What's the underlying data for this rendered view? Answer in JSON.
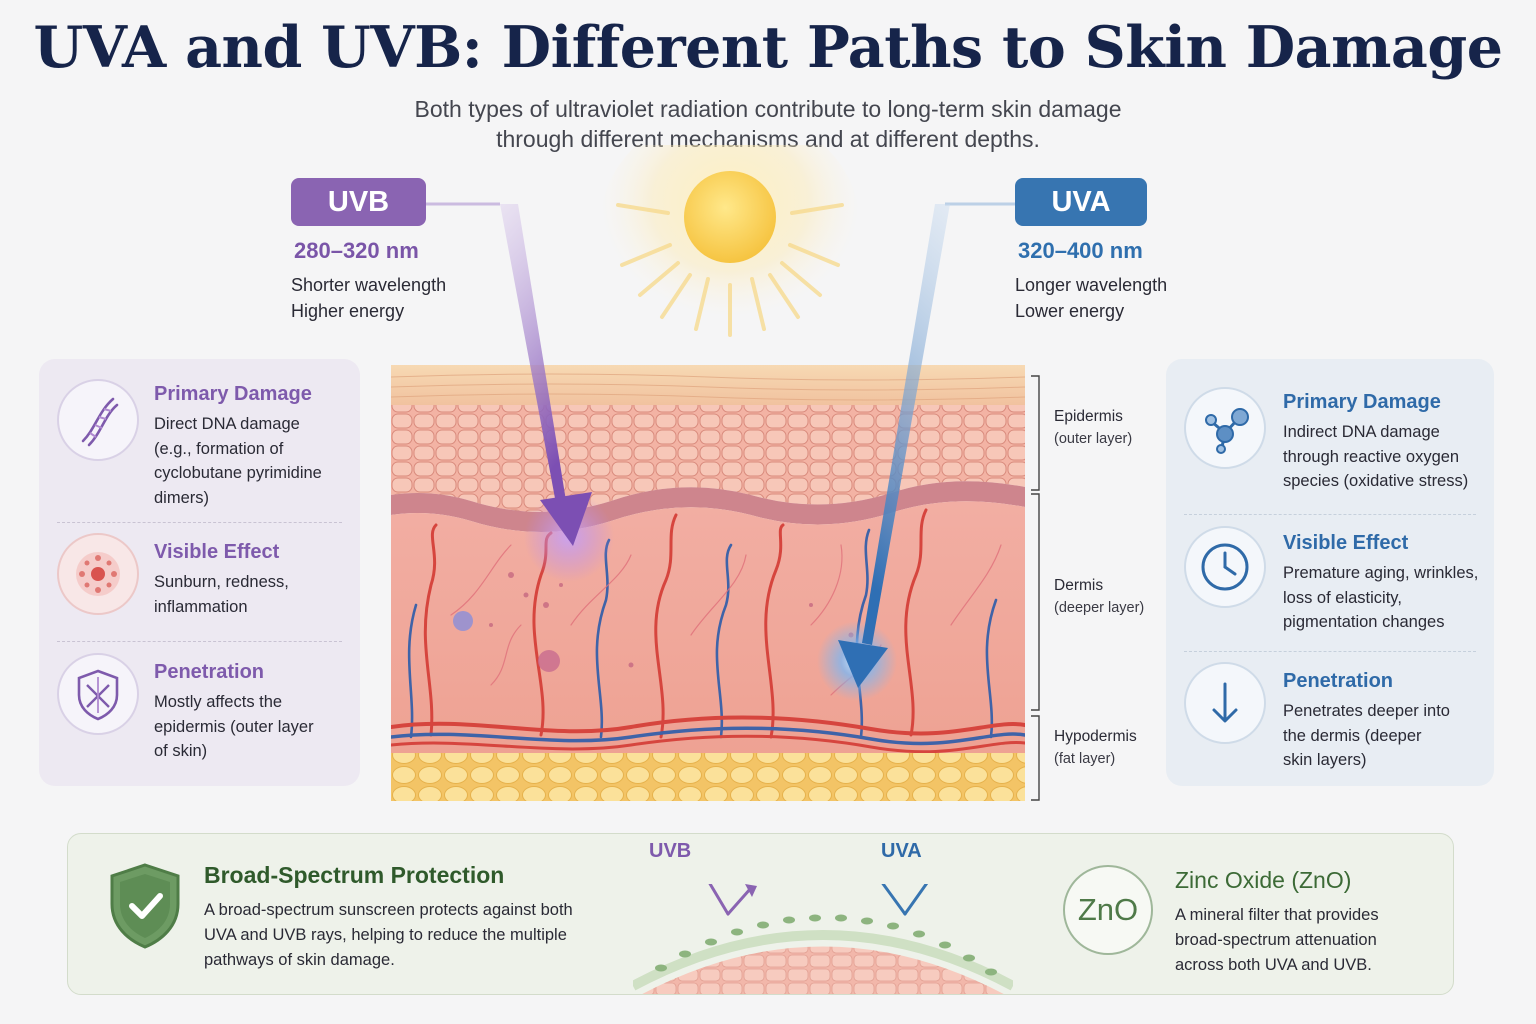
{
  "header": {
    "title": "UVA and UVB: Different Paths to Skin Damage",
    "subtitle_line1": "Both types of ultraviolet radiation contribute to long-term skin damage",
    "subtitle_line2": "through different mechanisms and at different depths."
  },
  "uvb": {
    "label": "UVB",
    "range": "280–320 nm",
    "line1": "Shorter wavelength",
    "line2": "Higher energy",
    "color": "#8a64b2",
    "items": [
      {
        "head": "Primary Damage",
        "lines": [
          "Direct DNA damage",
          "(e.g., formation of",
          "cyclobutane pyrimidine",
          "dimers)"
        ],
        "icon": "dna-icon"
      },
      {
        "head": "Visible Effect",
        "lines": [
          "Sunburn, redness,",
          "inflammation"
        ],
        "icon": "inflammation-icon"
      },
      {
        "head": "Penetration",
        "lines": [
          "Mostly affects the",
          "epidermis (outer layer",
          "of skin)"
        ],
        "icon": "shield-cross-icon"
      }
    ]
  },
  "uva": {
    "label": "UVA",
    "range": "320–400 nm",
    "line1": "Longer wavelength",
    "line2": "Lower energy",
    "color": "#3775b1",
    "items": [
      {
        "head": "Primary Damage",
        "lines": [
          "Indirect DNA damage",
          "through reactive oxygen",
          "species (oxidative stress)"
        ],
        "icon": "molecule-icon"
      },
      {
        "head": "Visible Effect",
        "lines": [
          "Premature aging, wrinkles,",
          "loss of elasticity,",
          "pigmentation changes"
        ],
        "icon": "clock-icon"
      },
      {
        "head": "Penetration",
        "lines": [
          "Penetrates deeper into",
          "the dermis (deeper",
          "skin layers)"
        ],
        "icon": "arrow-down-icon"
      }
    ]
  },
  "layers": [
    {
      "name": "Epidermis",
      "sub": "(outer layer)"
    },
    {
      "name": "Dermis",
      "sub": "(deeper layer)"
    },
    {
      "name": "Hypodermis",
      "sub": "(fat layer)"
    }
  ],
  "protection": {
    "title": "Broad-Spectrum Protection",
    "lines": [
      "A broad-spectrum sunscreen protects against both",
      "UVA and UVB rays, helping to reduce the multiple",
      "pathways of skin damage."
    ],
    "uvb_label": "UVB",
    "uva_label": "UVA",
    "zno_symbol": "ZnO",
    "zno_title": "Zinc Oxide (ZnO)",
    "zno_lines": [
      "A mineral filter that provides",
      "broad-spectrum attenuation",
      "across both UVA and UVB."
    ]
  }
}
